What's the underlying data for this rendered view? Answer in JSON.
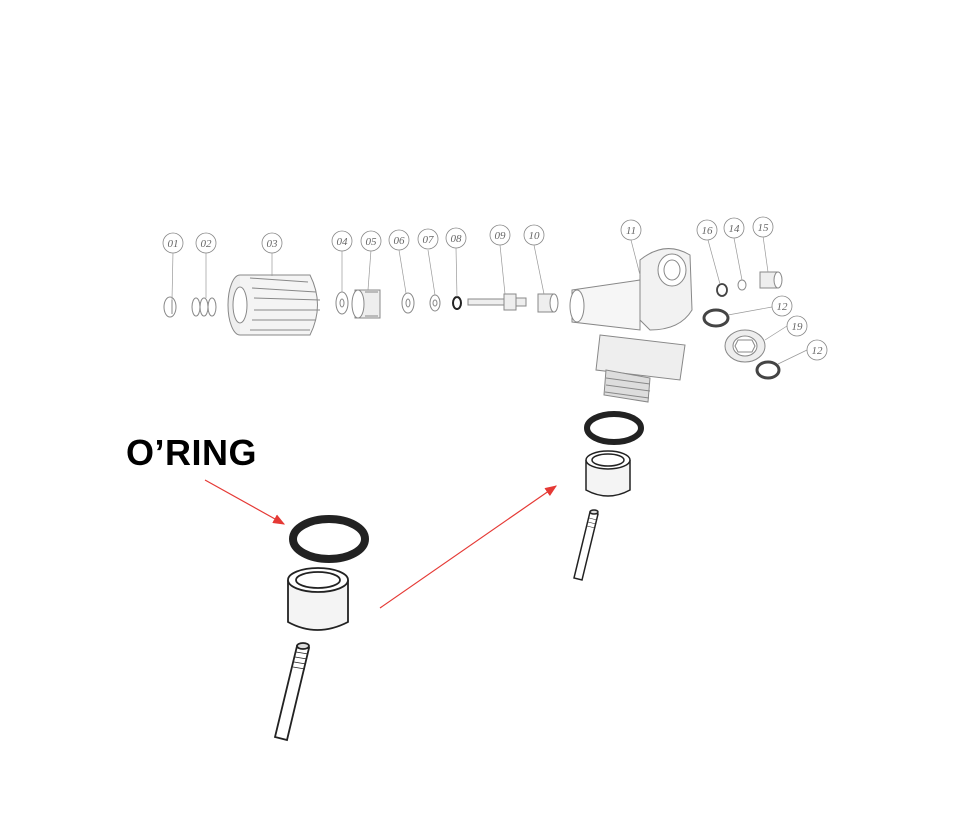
{
  "title": "O’RING",
  "colors": {
    "arrow": "#e53935",
    "line": "#222222",
    "light_line": "#888888"
  },
  "part_labels": [
    {
      "id": "01"
    },
    {
      "id": "02"
    },
    {
      "id": "03"
    },
    {
      "id": "04"
    },
    {
      "id": "05"
    },
    {
      "id": "06"
    },
    {
      "id": "07"
    },
    {
      "id": "08"
    },
    {
      "id": "09"
    },
    {
      "id": "10"
    },
    {
      "id": "11"
    },
    {
      "id": "16"
    },
    {
      "id": "14"
    },
    {
      "id": "15"
    },
    {
      "id": "12"
    },
    {
      "id": "19"
    },
    {
      "id": "12"
    }
  ]
}
